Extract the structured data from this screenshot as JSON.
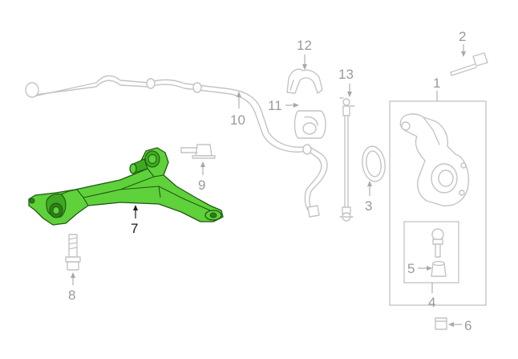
{
  "callouts": {
    "c1": "1",
    "c2": "2",
    "c3": "3",
    "c4": "4",
    "c5": "5",
    "c6": "6",
    "c7": "7",
    "c8": "8",
    "c9": "9",
    "c10": "10",
    "c11": "11",
    "c12": "12",
    "c13": "13"
  },
  "colors": {
    "highlight": "#5fd13a",
    "outline": "#c4c4c4",
    "label": "#9a9a9a"
  }
}
